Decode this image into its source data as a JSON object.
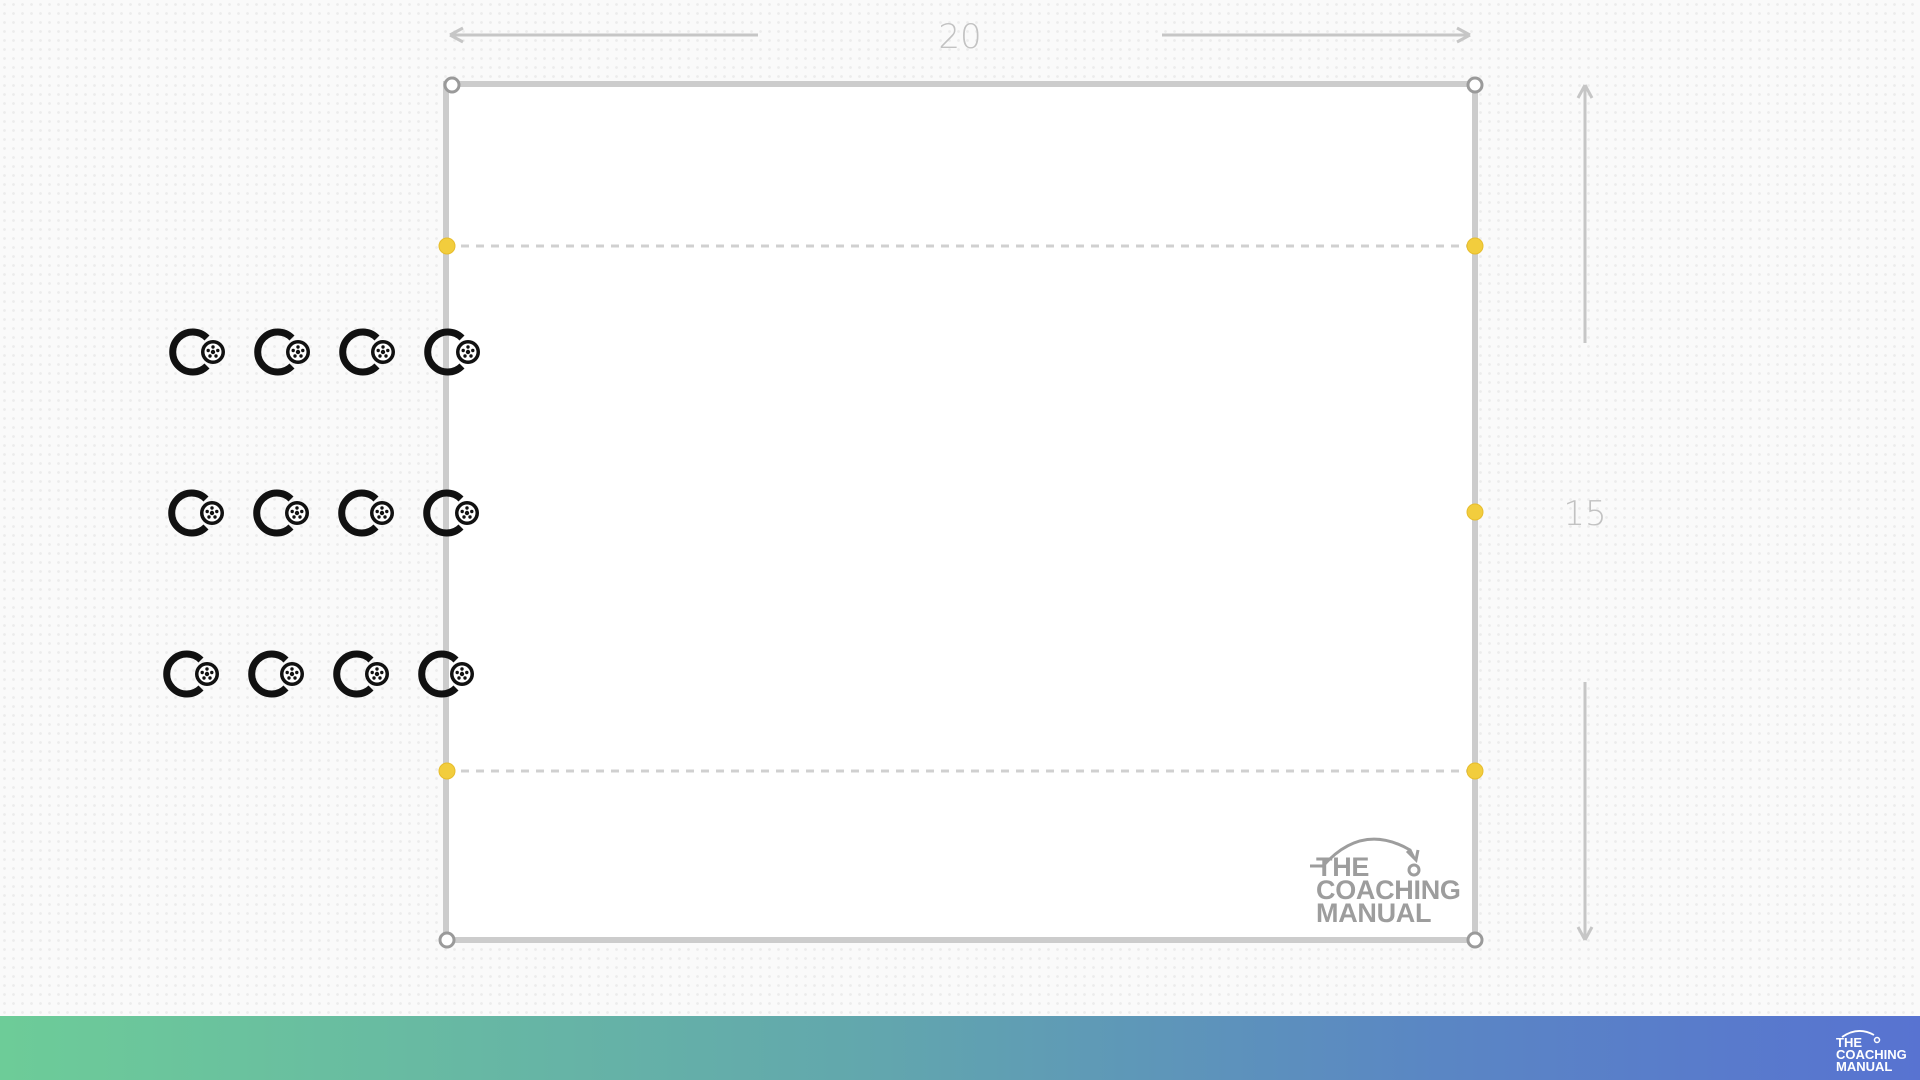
{
  "dimensions": {
    "width_label": "20",
    "height_label": "15"
  },
  "players": {
    "icon": "player-with-ball-icon",
    "rows": [
      {
        "count": 4
      },
      {
        "count": 4
      },
      {
        "count": 4
      }
    ]
  },
  "logo": {
    "line1": "THE",
    "line2": "COACHING",
    "line3": "MANUAL"
  },
  "footer_logo": {
    "line1": "THE",
    "line2": "COACHING",
    "line3": "MANUAL"
  },
  "colors": {
    "pitch_border": "#cccccc",
    "corner_marker": "#9a9a9a",
    "cone": "#f2cd3d",
    "player": "#111111",
    "footer_gradient_start": "#6dcc98",
    "footer_gradient_end": "#5873d1"
  }
}
